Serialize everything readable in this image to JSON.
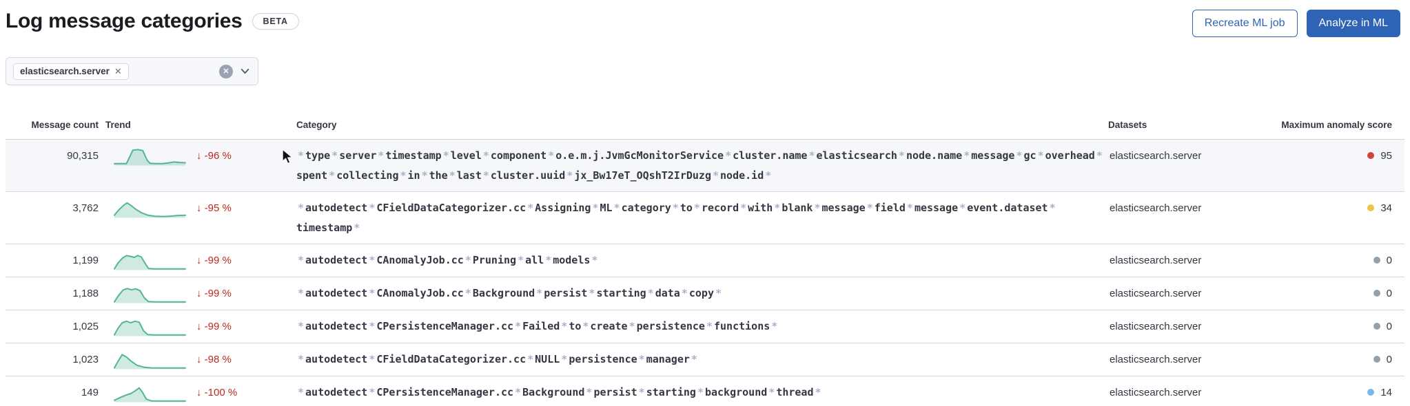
{
  "page": {
    "title": "Log message categories",
    "beta_badge": "BETA"
  },
  "actions": {
    "recreate_label": "Recreate ML job",
    "analyze_label": "Analyze in ML"
  },
  "colors": {
    "accent_blue": "#2e63b6",
    "change_red": "#bd271e",
    "sparkline_green": "#54b399",
    "sparkline_fill": "rgba(84,179,153,0.28)",
    "separator": "#a4b3c9",
    "highlight_row_bg": "#f5f7fa"
  },
  "filter": {
    "selected_tag": "elasticsearch.server",
    "tag_remove_icon": "✕",
    "clear_icon": "✕",
    "caret_icon": "chevron-down"
  },
  "table": {
    "columns": {
      "count": "Message count",
      "trend": "Trend",
      "category": "Category",
      "datasets": "Datasets",
      "score": "Maximum anomaly score"
    },
    "separator_char": "*",
    "arrow_down_char": "↓",
    "severity_colors": {
      "critical": "#d0443c",
      "minor": "#edc648",
      "warning": "#79b8e8",
      "unknown": "#94a0b0"
    },
    "rows": [
      {
        "count": "90,315",
        "change": "-96 %",
        "category_tokens": [
          "type",
          "server",
          "timestamp",
          "level",
          "component",
          "o.e.m.j.JvmGcMonitorService",
          "cluster.name",
          "elasticsearch",
          "node.name",
          "message",
          "gc",
          "overhead",
          "spent",
          "collecting",
          "in",
          "the",
          "last",
          "cluster.uuid",
          "jx_Bw17eT_OQshT2IrDuzg",
          "node.id"
        ],
        "dataset": "elasticsearch.server",
        "score": "95",
        "severity": "critical",
        "highlighted": true,
        "spark": [
          [
            0,
            0.92
          ],
          [
            0.17,
            0.92
          ],
          [
            0.21,
            0.55
          ],
          [
            0.26,
            0.08
          ],
          [
            0.33,
            0.04
          ],
          [
            0.4,
            0.1
          ],
          [
            0.46,
            0.7
          ],
          [
            0.5,
            0.9
          ],
          [
            0.58,
            0.92
          ],
          [
            0.68,
            0.92
          ],
          [
            0.76,
            0.88
          ],
          [
            0.84,
            0.82
          ],
          [
            0.92,
            0.85
          ],
          [
            1,
            0.87
          ]
        ]
      },
      {
        "count": "3,762",
        "change": "-95 %",
        "category_tokens": [
          "autodetect",
          "CFieldDataCategorizer.cc",
          "Assigning",
          "ML",
          "category",
          "to",
          "record",
          "with",
          "blank",
          "message",
          "field",
          "message",
          "event.dataset",
          "timestamp"
        ],
        "dataset": "elasticsearch.server",
        "score": "34",
        "severity": "minor",
        "highlighted": false,
        "spark": [
          [
            0,
            0.88
          ],
          [
            0.06,
            0.55
          ],
          [
            0.13,
            0.25
          ],
          [
            0.18,
            0.1
          ],
          [
            0.23,
            0.25
          ],
          [
            0.3,
            0.5
          ],
          [
            0.38,
            0.72
          ],
          [
            0.47,
            0.88
          ],
          [
            0.57,
            0.95
          ],
          [
            0.7,
            0.96
          ],
          [
            0.8,
            0.94
          ],
          [
            0.88,
            0.9
          ],
          [
            1,
            0.88
          ]
        ]
      },
      {
        "count": "1,199",
        "change": "-99 %",
        "category_tokens": [
          "autodetect",
          "CAnomalyJob.cc",
          "Pruning",
          "all",
          "models"
        ],
        "dataset": "elasticsearch.server",
        "score": "0",
        "severity": "unknown",
        "highlighted": false,
        "spark": [
          [
            0,
            0.96
          ],
          [
            0.05,
            0.6
          ],
          [
            0.11,
            0.3
          ],
          [
            0.17,
            0.13
          ],
          [
            0.23,
            0.18
          ],
          [
            0.28,
            0.24
          ],
          [
            0.33,
            0.12
          ],
          [
            0.38,
            0.22
          ],
          [
            0.43,
            0.6
          ],
          [
            0.48,
            0.94
          ],
          [
            0.56,
            0.97
          ],
          [
            1,
            0.97
          ]
        ]
      },
      {
        "count": "1,188",
        "change": "-99 %",
        "category_tokens": [
          "autodetect",
          "CAnomalyJob.cc",
          "Background",
          "persist",
          "starting",
          "data",
          "copy"
        ],
        "dataset": "elasticsearch.server",
        "score": "0",
        "severity": "unknown",
        "highlighted": false,
        "spark": [
          [
            0,
            0.96
          ],
          [
            0.06,
            0.55
          ],
          [
            0.12,
            0.22
          ],
          [
            0.18,
            0.12
          ],
          [
            0.24,
            0.2
          ],
          [
            0.3,
            0.14
          ],
          [
            0.36,
            0.25
          ],
          [
            0.42,
            0.7
          ],
          [
            0.48,
            0.95
          ],
          [
            0.58,
            0.97
          ],
          [
            1,
            0.97
          ]
        ]
      },
      {
        "count": "1,025",
        "change": "-99 %",
        "category_tokens": [
          "autodetect",
          "CPersistenceManager.cc",
          "Failed",
          "to",
          "create",
          "persistence",
          "functions"
        ],
        "dataset": "elasticsearch.server",
        "score": "0",
        "severity": "unknown",
        "highlighted": false,
        "spark": [
          [
            0,
            0.96
          ],
          [
            0.05,
            0.55
          ],
          [
            0.11,
            0.2
          ],
          [
            0.17,
            0.1
          ],
          [
            0.23,
            0.2
          ],
          [
            0.29,
            0.1
          ],
          [
            0.35,
            0.16
          ],
          [
            0.41,
            0.7
          ],
          [
            0.47,
            0.95
          ],
          [
            0.56,
            0.97
          ],
          [
            1,
            0.97
          ]
        ]
      },
      {
        "count": "1,023",
        "change": "-98 %",
        "category_tokens": [
          "autodetect",
          "CFieldDataCategorizer.cc",
          "NULL",
          "persistence",
          "manager"
        ],
        "dataset": "elasticsearch.server",
        "score": "0",
        "severity": "unknown",
        "highlighted": false,
        "spark": [
          [
            0,
            0.96
          ],
          [
            0.05,
            0.55
          ],
          [
            0.11,
            0.12
          ],
          [
            0.17,
            0.28
          ],
          [
            0.24,
            0.55
          ],
          [
            0.32,
            0.8
          ],
          [
            0.42,
            0.92
          ],
          [
            0.52,
            0.96
          ],
          [
            0.62,
            0.97
          ],
          [
            1,
            0.97
          ]
        ]
      },
      {
        "count": "149",
        "change": "-100 %",
        "category_tokens": [
          "autodetect",
          "CPersistenceManager.cc",
          "Background",
          "persist",
          "starting",
          "background",
          "thread"
        ],
        "dataset": "elasticsearch.server",
        "score": "14",
        "severity": "warning",
        "highlighted": false,
        "spark": [
          [
            0,
            0.92
          ],
          [
            0.08,
            0.75
          ],
          [
            0.16,
            0.6
          ],
          [
            0.24,
            0.48
          ],
          [
            0.3,
            0.3
          ],
          [
            0.35,
            0.14
          ],
          [
            0.4,
            0.45
          ],
          [
            0.45,
            0.85
          ],
          [
            0.52,
            0.96
          ],
          [
            0.62,
            0.97
          ],
          [
            1,
            0.97
          ]
        ]
      }
    ]
  },
  "cursor": {
    "visible": true
  }
}
